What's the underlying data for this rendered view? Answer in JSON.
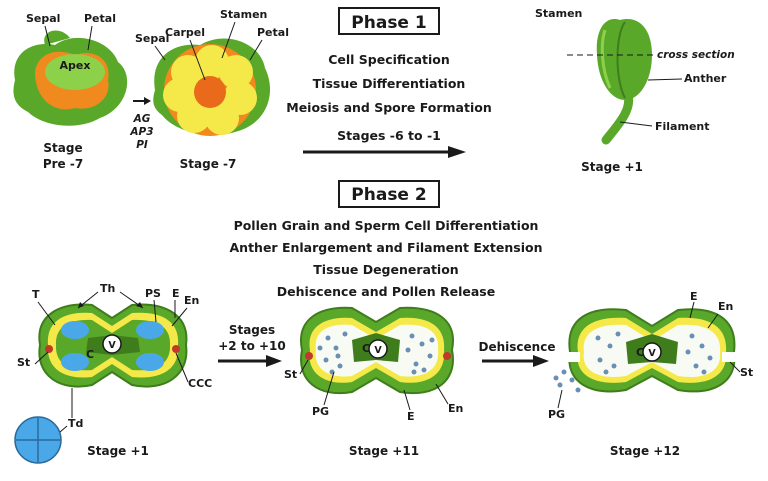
{
  "colors": {
    "green": "#5aa82a",
    "dark_green": "#3f7d1c",
    "light_green": "#8dd04a",
    "orange": "#f08a1e",
    "yellow": "#f5e94a",
    "pale_yellow": "#f7f3a0",
    "blue": "#4aa8e8",
    "dot_blue": "#6a8fb5",
    "red": "#c0392b"
  },
  "phase1": {
    "title": "Phase 1",
    "lines": [
      "Cell Specification",
      "Tissue Differentiation",
      "Meiosis and Spore Formation"
    ],
    "arrow_label": "Stages -6 to -1"
  },
  "phase2": {
    "title": "Phase 2",
    "lines": [
      "Pollen Grain and Sperm Cell Differentiation",
      "Anther Enlargement and Filament Extension",
      "Tissue Degeneration",
      "Dehiscence and Pollen Release"
    ]
  },
  "flower_pre7": {
    "labels": {
      "sepal": "Sepal",
      "petal": "Petal",
      "apex": "Apex"
    },
    "stage": [
      "Stage",
      "Pre -7"
    ]
  },
  "genes": [
    "AG",
    "AP3",
    "PI"
  ],
  "flower_7": {
    "labels": {
      "sepal": "Sepal",
      "carpel": "Carpel",
      "stamen": "Stamen",
      "petal": "Petal"
    },
    "stage": "Stage -7"
  },
  "stamen_plus1": {
    "labels": {
      "stamen": "Stamen",
      "cross_section": "cross section",
      "anther": "Anther",
      "filament": "Filament"
    },
    "stage": "Stage +1"
  },
  "anther_plus1": {
    "labels": {
      "T": "T",
      "Th": "Th",
      "PS": "PS",
      "E": "E",
      "En": "En",
      "C": "C",
      "V": "V",
      "St": "St",
      "CCC": "CCC",
      "Td": "Td"
    },
    "stage": "Stage +1"
  },
  "arrow_mid": [
    "Stages",
    "+2 to +10"
  ],
  "anther_plus11": {
    "labels": {
      "C": "C",
      "V": "V",
      "St": "St",
      "PG": "PG",
      "E": "E",
      "En": "En"
    },
    "stage": "Stage +11"
  },
  "arrow_right": "Dehiscence",
  "anther_plus12": {
    "labels": {
      "C": "C",
      "V": "V",
      "E": "E",
      "En": "En",
      "St": "St",
      "PG": "PG"
    },
    "stage": "Stage +12"
  }
}
